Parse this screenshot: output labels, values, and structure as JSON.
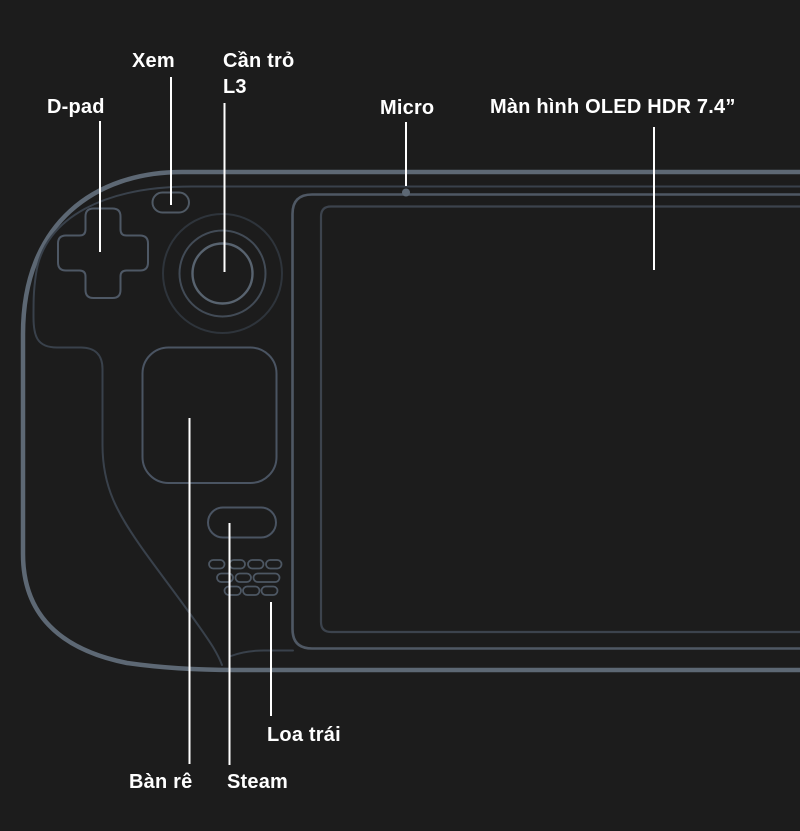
{
  "page": {
    "background_color": "#1c1c1c",
    "text_color": "#ffffff"
  },
  "device": {
    "name": "handheld-console-front-left",
    "colors": {
      "shell_outline": "#5d6874",
      "faceplate_outline": "#39414b",
      "bezel_outline": "#4f5864",
      "display_outline": "#3c434d",
      "control_outline": "#4e5865",
      "speaker_outline": "#4d5763",
      "joystick_outer_ring": "#2e343b",
      "joystick_middle_ring": "#424b56",
      "joystick_inner_ring": "#58636f",
      "microphone_dot": "#5d6874",
      "callout_line": "#ffffff"
    }
  },
  "callouts": [
    {
      "id": "dpad",
      "label": "D-pad"
    },
    {
      "id": "view-button",
      "label": "Xem"
    },
    {
      "id": "l3-stick",
      "label": "Cần trỏ\nL3"
    },
    {
      "id": "microphone",
      "label": "Micro"
    },
    {
      "id": "screen",
      "label": "Màn hình OLED HDR 7.4”"
    },
    {
      "id": "left-speaker",
      "label": "Loa trái"
    },
    {
      "id": "trackpad",
      "label": "Bàn rê"
    },
    {
      "id": "steam-button",
      "label": "Steam"
    }
  ]
}
